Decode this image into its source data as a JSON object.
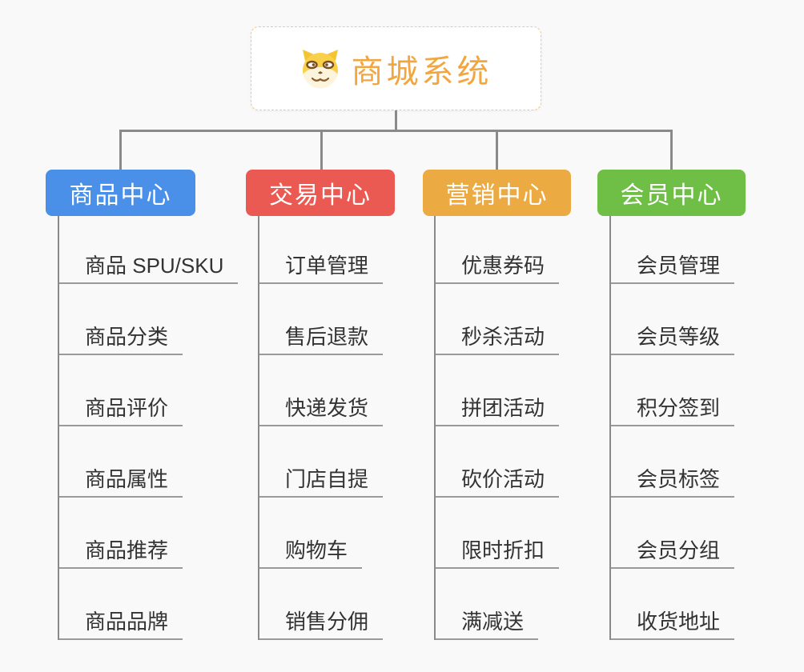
{
  "root": {
    "label": "商城系统",
    "icon": "dog-icon",
    "text_color": "#f2a63f",
    "border_color": "#f2c983",
    "background": "#ffffff"
  },
  "connector_color": "#8a8a8a",
  "underline_color": "#9a9a9a",
  "canvas_background": "#f9f9f9",
  "branches": [
    {
      "label": "商品中心",
      "color": "#4a8fe8",
      "items": [
        "商品 SPU/SKU",
        "商品分类",
        "商品评价",
        "商品属性",
        "商品推荐",
        "商品品牌"
      ]
    },
    {
      "label": "交易中心",
      "color": "#eb5a52",
      "items": [
        "订单管理",
        "售后退款",
        "快递发货",
        "门店自提",
        "购物车",
        "销售分佣"
      ]
    },
    {
      "label": "营销中心",
      "color": "#ebaa42",
      "items": [
        "优惠券码",
        "秒杀活动",
        "拼团活动",
        "砍价活动",
        "限时折扣",
        "满减送"
      ]
    },
    {
      "label": "会员中心",
      "color": "#6fbe45",
      "items": [
        "会员管理",
        "会员等级",
        "积分签到",
        "会员标签",
        "会员分组",
        "收货地址"
      ]
    }
  ]
}
